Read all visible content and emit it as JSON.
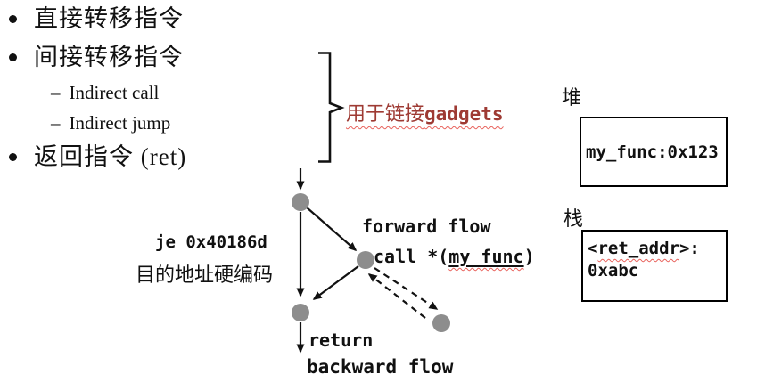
{
  "bullets": {
    "items": [
      {
        "level": 1,
        "label": "直接转移指令"
      },
      {
        "level": 1,
        "label": "间接转移指令"
      },
      {
        "level": 2,
        "label": "Indirect call"
      },
      {
        "level": 2,
        "label": "Indirect jump"
      },
      {
        "level": 1,
        "label": "返回指令 (ret)"
      }
    ]
  },
  "annotation": {
    "zh": "用于链接",
    "en": "gadgets"
  },
  "flow": {
    "jump_label": "je 0x40186d",
    "jump_note": "目的地址硬编码",
    "forward_label": "forward flow",
    "call_prefix": "call *(",
    "call_func": "my_func",
    "call_suffix": ")",
    "return_label": "return",
    "backward_label": "backward flow"
  },
  "memory": {
    "heap_label": "堆",
    "heap_value": "my_func:0x123",
    "stack_label": "栈",
    "stack_value_prefix": "<",
    "stack_value_name": "ret_addr",
    "stack_value_suffix": ">:",
    "stack_value_line2": "0xabc"
  },
  "colors": {
    "accent_red": "#9e3a33",
    "brace_red": "#a8322b",
    "squiggle_red": "#e8625c",
    "node_gray": "#8d8d8d",
    "line_color": "#111111"
  }
}
